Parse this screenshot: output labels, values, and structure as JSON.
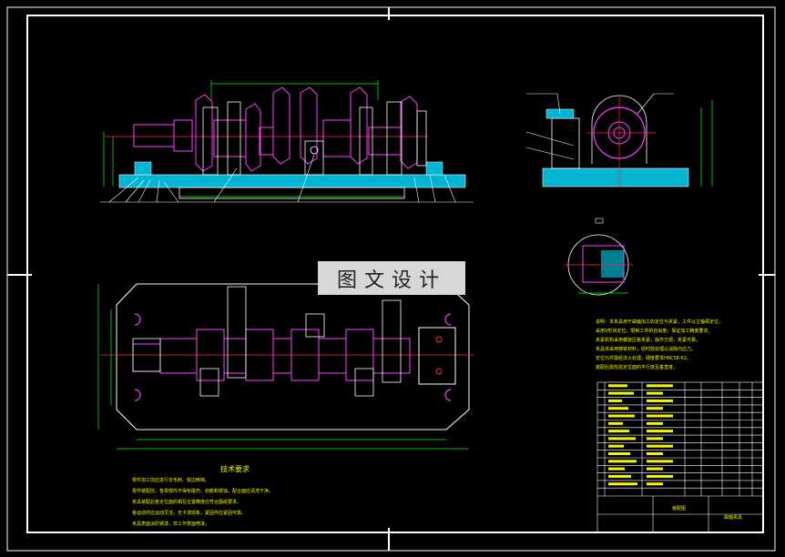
{
  "watermark": "图文设计",
  "technical_requirements": {
    "title": "技术要求",
    "lines": [
      "零件加工前应进行去毛刺、锐边倒钝。",
      "零件装配前，各零部件不得有碰伤、划痕和锈蚀，配合面应清洗干净。",
      "夹具装配后各定位面的相互位置精度应符合图纸要求。",
      "各运动件应运动灵活，无卡滞现象，紧固件应紧固可靠。",
      "夹具表面涂防锈漆，非工作表面喷漆。"
    ]
  },
  "notes": {
    "lines": [
      "说明：本夹具用于曲轴加工的定位与夹紧，工件以主轴颈定位，",
      "采用V形块定位，限制工件的自由度，保证加工精度要求。",
      "夹紧机构采用螺旋压板夹紧，操作方便，夹紧可靠。",
      "夹具体采用铸铁材料，经时效处理以消除内应力。",
      "定位元件需经淬火处理，硬度要求HRC58-62。",
      "装配后需检验定位面的平行度及垂直度。"
    ]
  },
  "title_block": {
    "name": "曲轴夹具",
    "drawing_label": "装配图"
  }
}
